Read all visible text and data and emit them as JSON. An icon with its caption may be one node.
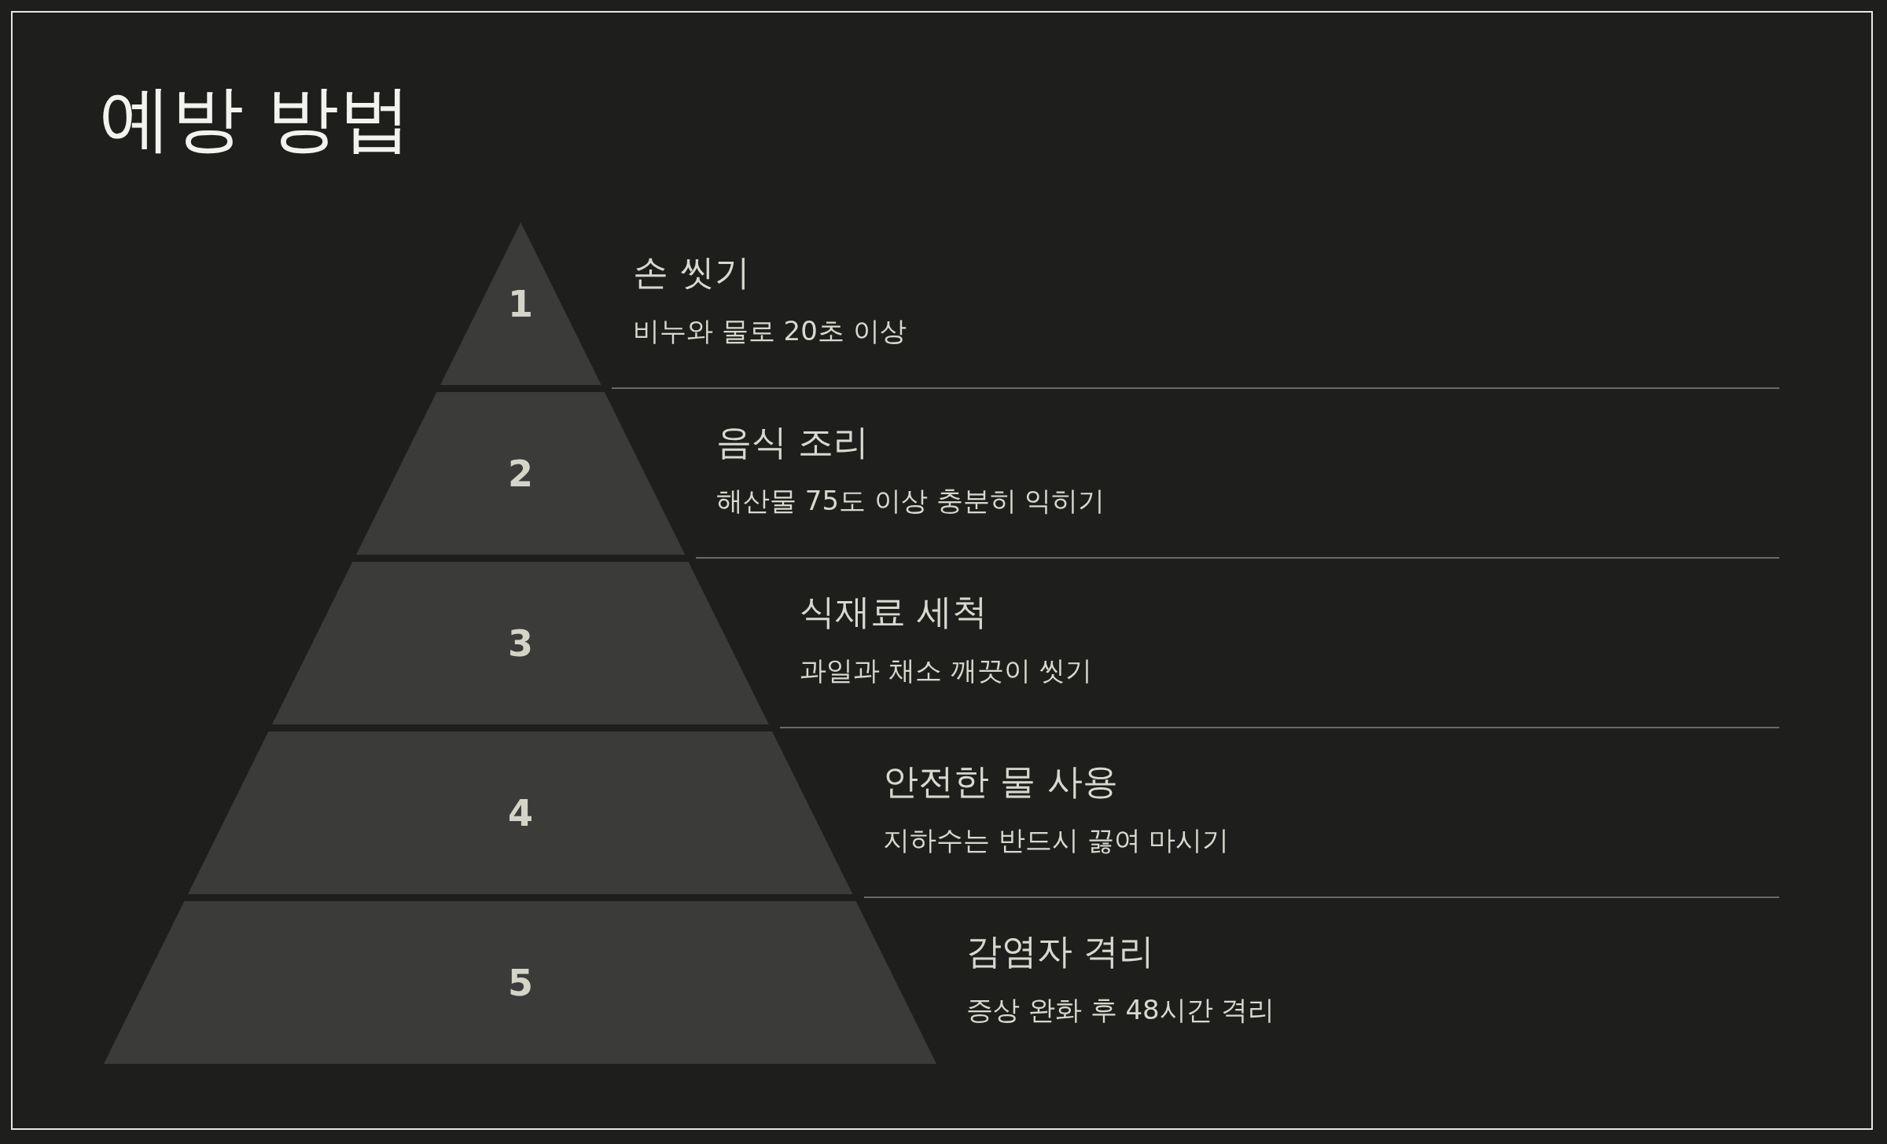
{
  "diagram": {
    "title": "예방 방법",
    "nodes": [
      {
        "text": [
          "1"
        ],
        "beside": [
          "손 씻기",
          "비누와 물로 20초 이상"
        ]
      },
      {
        "text": [
          "2"
        ],
        "beside": [
          "음식 조리",
          "해산물 75도 이상 충분히 익히기"
        ]
      },
      {
        "text": [
          "3"
        ],
        "beside": [
          "식재료 세척",
          "과일과 채소 깨끗이 씻기"
        ]
      },
      {
        "text": [
          "4"
        ],
        "beside": [
          "안전한 물 사용",
          "지하수는 반드시 끓여 마시기"
        ]
      },
      {
        "text": [
          "5"
        ],
        "beside": [
          "감염자 격리",
          "증상 완화 후 48시간 격리"
        ]
      }
    ],
    "edges": []
  }
}
